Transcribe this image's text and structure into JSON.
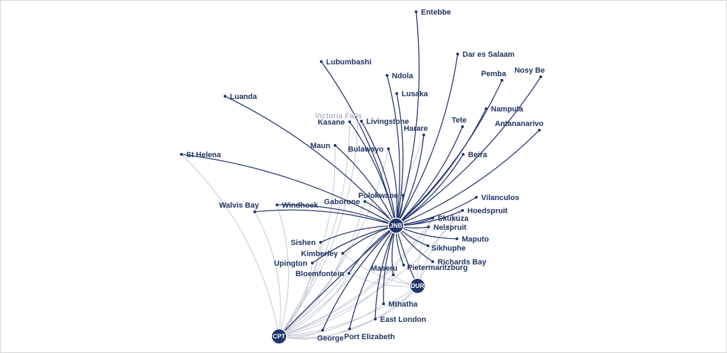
{
  "colors": {
    "primary_route": "#22356b",
    "secondary_route": "#c3c7d4",
    "hub_fill": "#22356b",
    "label": "#22335f",
    "faded_label": "#b3b9c9"
  },
  "hubs": {
    "jnb": "JNB",
    "cpt": "CPT",
    "dur": "DUR"
  },
  "destinations": {
    "entebbe": "Entebbe",
    "dar_es_salaam": "Dar es Salaam",
    "lubumbashi": "Lubumbashi",
    "ndola": "Ndola",
    "nosy_be": "Nosy Be",
    "pemba": "Pemba",
    "lusaka": "Lusaka",
    "luanda": "Luanda",
    "victoria_falls": "Victoria Falls",
    "nampula": "Nampula",
    "kasane": "Kasane",
    "livingstone": "Livingstone",
    "tete": "Tete",
    "antananarivo": "Antananarivo",
    "harare": "Harare",
    "maun": "Maun",
    "bulawayo": "Bulawayo",
    "st_helena": "St Helena",
    "beira": "Beira",
    "polokwane": "Polokwane",
    "vilanculos": "Vilanculos",
    "windhoek": "Windhoek",
    "gaborone": "Gaborone",
    "hoedspruit": "Hoedspruit",
    "walvis_bay": "Walvis Bay",
    "skukuza": "Skukuza",
    "nelspruit": "Nelspruit",
    "maputo": "Maputo",
    "sishen": "Sishen",
    "sikhuphe": "Sikhuphe",
    "kimberley": "Kimberley",
    "upington": "Upington",
    "richards_bay": "Richards Bay",
    "maseru": "Maseru",
    "bloemfontein": "Bloemfontein",
    "pietermaritzburg": "Pietermaritzburg",
    "mthatha": "Mthatha",
    "east_london": "East London",
    "george": "George",
    "port_elizabeth": "Port Elizabeth"
  }
}
